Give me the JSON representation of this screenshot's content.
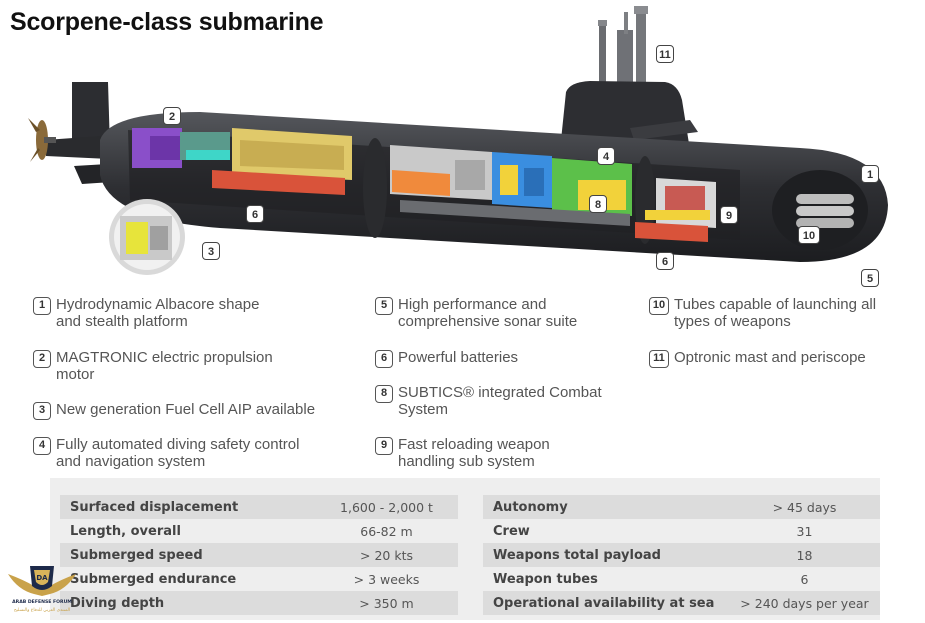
{
  "title": "Scorpene-class submarine",
  "callouts": {
    "c1": "1",
    "c2": "2",
    "c3": "3",
    "c4": "4",
    "c5": "5",
    "c6a": "6",
    "c6b": "6",
    "c8": "8",
    "c9": "9",
    "c10": "10",
    "c11": "11"
  },
  "legend": [
    {
      "num": "1",
      "lines": [
        "Hydrodynamic Albacore shape",
        "and stealth platform"
      ]
    },
    {
      "num": "2",
      "lines": [
        "MAGTRONIC electric propulsion",
        "motor"
      ]
    },
    {
      "num": "3",
      "lines": [
        "New generation Fuel Cell AIP available"
      ]
    },
    {
      "num": "4",
      "lines": [
        "Fully automated diving safety control",
        "and navigation system"
      ]
    },
    {
      "num": "5",
      "lines": [
        "High performance and",
        "comprehensive sonar suite"
      ]
    },
    {
      "num": "6",
      "lines": [
        "Powerful batteries"
      ]
    },
    {
      "num": "8",
      "lines": [
        "SUBTICS® integrated Combat",
        "System"
      ]
    },
    {
      "num": "9",
      "lines": [
        "Fast reloading weapon",
        "handling sub system"
      ]
    },
    {
      "num": "10",
      "lines": [
        "Tubes capable of launching all",
        "types of weapons"
      ]
    },
    {
      "num": "11",
      "lines": [
        "Optronic mast and periscope"
      ]
    }
  ],
  "specs_left": [
    {
      "label": "Surfaced displacement",
      "value": "1,600 - 2,000 t"
    },
    {
      "label": "Length, overall",
      "value": "66-82 m"
    },
    {
      "label": "Submerged speed",
      "value": "> 20 kts"
    },
    {
      "label": "Submerged endurance",
      "value": "> 3 weeks"
    },
    {
      "label": "Diving depth",
      "value": "> 350 m"
    }
  ],
  "specs_right": [
    {
      "label": "Autonomy",
      "value": "> 45 days"
    },
    {
      "label": "Crew",
      "value": "31"
    },
    {
      "label": "Weapons total payload",
      "value": "18"
    },
    {
      "label": "Weapon tubes",
      "value": "6"
    },
    {
      "label": "Operational availability at sea",
      "value": "> 240 days per year"
    }
  ],
  "logo": {
    "brand": "DA",
    "line1": "ARAB DEFENSE FORUM",
    "line2": "المنتدى العربي للدفاع والتسليح"
  },
  "colors": {
    "hull": "#2f3033",
    "battery": "#d9533a",
    "propulsion": "#8a4fc9",
    "aip": "#e0c96a",
    "sonar_orange": "#f08a3c",
    "blue": "#3a8ee0",
    "green": "#5cc04a",
    "yellow": "#f2d23a"
  }
}
